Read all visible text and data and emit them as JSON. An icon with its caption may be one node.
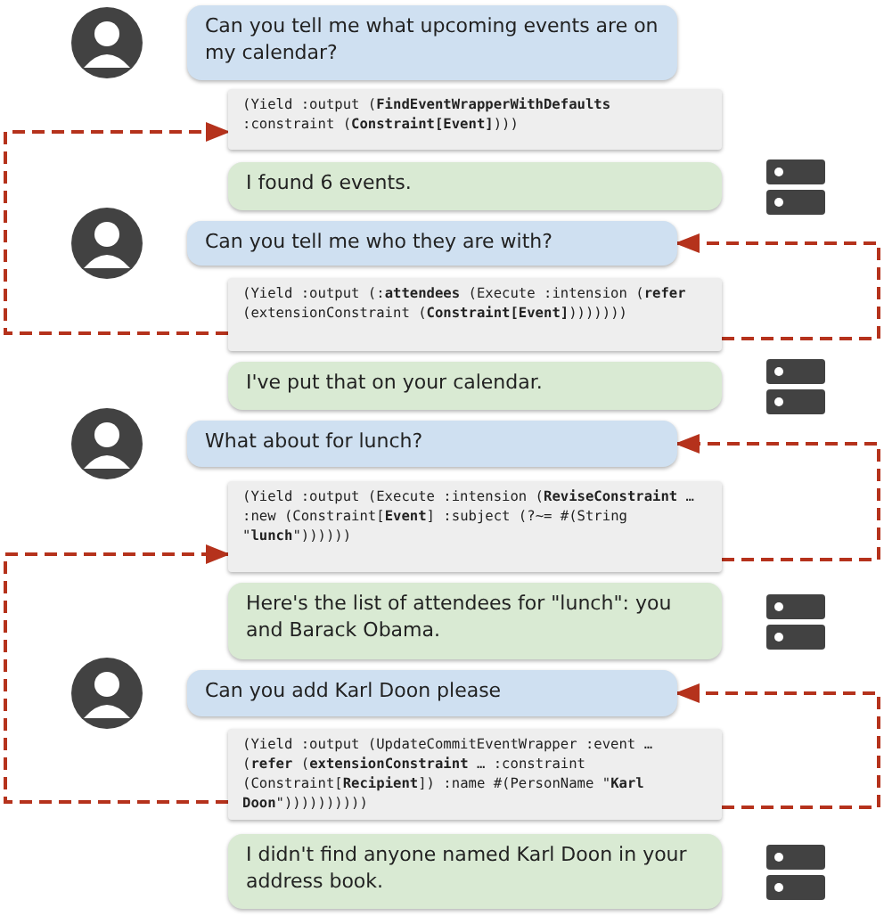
{
  "diagram": {
    "nodes": [
      {
        "text": [
          "Can you tell me what upcoming events are on my calendar?"
        ]
      },
      {
        "text": [
          "(Yield :output (**FindEventWrapperWithDefaults** :constraint (**Constraint[Event]**)))"
        ]
      },
      {
        "text": [
          "I found 6 events."
        ]
      },
      {
        "text": [
          "Can you tell me who they are with?"
        ]
      },
      {
        "text": [
          "(Yield :output (:**attendees** (Execute :intension (**refer** (extensionConstraint (**Constraint[Event]**)))))))"
        ]
      },
      {
        "text": [
          "I've put that on your calendar."
        ]
      },
      {
        "text": [
          "What about for lunch?"
        ]
      },
      {
        "text": [
          "(Yield :output (Execute :intension (**ReviseConstraint** … :new (Constraint[**Event**] :subject (?~= #(String \"**lunch**\"))))))"
        ]
      },
      {
        "text": [
          "Here's the list of attendees for \"lunch\": you and Barack Obama."
        ]
      },
      {
        "text": [
          "Can you add Karl Doon please"
        ]
      },
      {
        "text": [
          "(Yield :output (UpdateCommitEventWrapper :event … (**refer** (**extensionConstraint** … :constraint (Constraint[**Recipient**]) :name #(PersonName \"**Karl Doon**\"))))))))))"
        ]
      },
      {
        "text": [
          "I didn't find anyone named Karl Doon in your address book."
        ]
      }
    ],
    "edges": [
      {
        "from": 4,
        "to": 1,
        "arrow": "to",
        "style": "dashed"
      },
      {
        "from": 4,
        "to": 3,
        "arrow": "to",
        "style": "dashed"
      },
      {
        "from": 7,
        "to": 6,
        "arrow": "to",
        "style": "dashed"
      },
      {
        "from": 10,
        "to": 7,
        "arrow": "to",
        "style": "dashed"
      },
      {
        "from": 10,
        "to": 9,
        "arrow": "to",
        "style": "dashed"
      }
    ]
  }
}
